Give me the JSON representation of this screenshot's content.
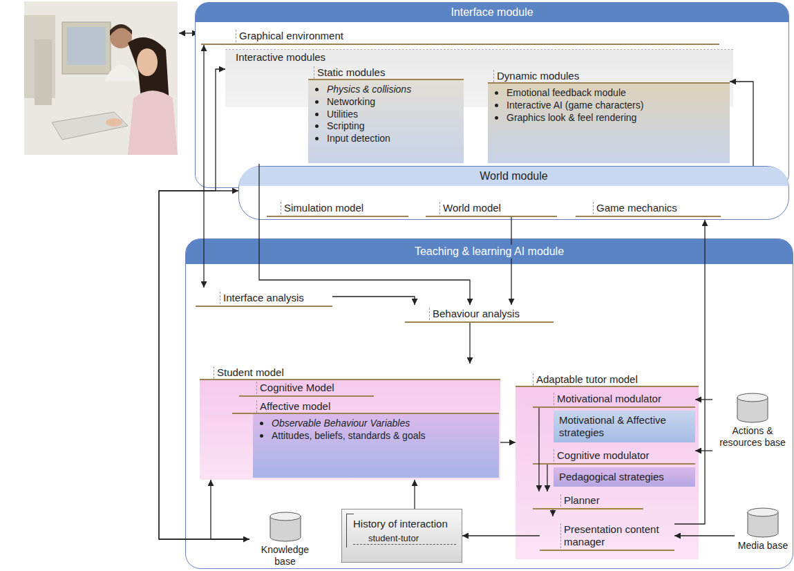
{
  "diagram": {
    "nodes": [
      {
        "text": [
          "Interface module"
        ]
      },
      {
        "text": [
          "Graphical environment"
        ],
        "in": 0
      },
      {
        "text": [
          "Interactive modules"
        ],
        "in": 0
      },
      {
        "text": [
          "Static modules",
          "Physics & collisions",
          "Networking",
          "Utilities",
          "Scripting",
          "Input detection"
        ],
        "in": 2
      },
      {
        "text": [
          "Dynamic modules",
          "Emotional feedback module",
          "Interactive AI (game characters)",
          "Graphics look & feel rendering"
        ],
        "in": 2
      },
      {
        "text": [
          "World module"
        ]
      },
      {
        "text": [
          "Simulation model"
        ],
        "in": 5
      },
      {
        "text": [
          "World model"
        ],
        "in": 5
      },
      {
        "text": [
          "Game mechanics"
        ],
        "in": 5
      },
      {
        "text": [
          "Teaching & learning AI module"
        ]
      },
      {
        "text": [
          "Interface analysis"
        ],
        "in": 9
      },
      {
        "text": [
          "Behaviour analysis"
        ],
        "in": 9
      },
      {
        "text": [
          "Student model"
        ],
        "in": 9
      },
      {
        "text": [
          "Cognitive Model"
        ],
        "in": 12
      },
      {
        "text": [
          "Affective model",
          "Observable Behaviour Variables",
          "Attitudes, beliefs, standards & goals"
        ],
        "in": 12
      },
      {
        "text": [
          "Adaptable tutor model"
        ],
        "in": 9
      },
      {
        "text": [
          "Motivational modulator"
        ],
        "in": 15
      },
      {
        "text": [
          "Motivational & Affective strategies"
        ],
        "in": 15
      },
      {
        "text": [
          "Cognitive modulator"
        ],
        "in": 15
      },
      {
        "text": [
          "Pedagogical strategies"
        ],
        "in": 15
      },
      {
        "text": [
          "Planner"
        ],
        "in": 15
      },
      {
        "text": [
          "Presentation content manager"
        ],
        "in": 15
      },
      {
        "text": [
          "Actions & resources base"
        ],
        "in": 9
      },
      {
        "text": [
          "Media base"
        ],
        "in": 9
      },
      {
        "text": [
          "Knowledge base"
        ],
        "in": 9
      },
      {
        "text": [
          "History of interaction",
          "student-tutor"
        ],
        "in": 9
      }
    ],
    "edges": [
      {
        "from": 1,
        "to": 10,
        "arrow": "both"
      },
      {
        "from": 24,
        "to": 2,
        "arrow": "both"
      },
      {
        "from": 24,
        "to": 5,
        "arrow": "to"
      },
      {
        "from": 24,
        "to": 12,
        "arrow": "to"
      },
      {
        "from": 2,
        "to": 11,
        "arrow": "to"
      },
      {
        "from": 10,
        "to": 11,
        "arrow": "to"
      },
      {
        "from": 7,
        "to": 11,
        "arrow": "to"
      },
      {
        "from": 11,
        "to": 12,
        "arrow": "to"
      },
      {
        "from": 12,
        "to": 15,
        "arrow": "to"
      },
      {
        "from": 25,
        "to": 12,
        "arrow": "to"
      },
      {
        "from": 21,
        "to": 25,
        "arrow": "to"
      },
      {
        "from": 22,
        "to": 16,
        "arrow": "to"
      },
      {
        "from": 22,
        "to": 18,
        "arrow": "to"
      },
      {
        "from": 23,
        "to": 21,
        "arrow": "to"
      },
      {
        "from": 21,
        "to": 5,
        "arrow": "to"
      },
      {
        "from": 5,
        "to": 4,
        "arrow": "to"
      },
      {
        "from": 16,
        "to": 20,
        "arrow": "to"
      },
      {
        "from": 18,
        "to": 20,
        "arrow": "to"
      },
      {
        "from": 20,
        "to": 21,
        "arrow": "to"
      }
    ]
  }
}
